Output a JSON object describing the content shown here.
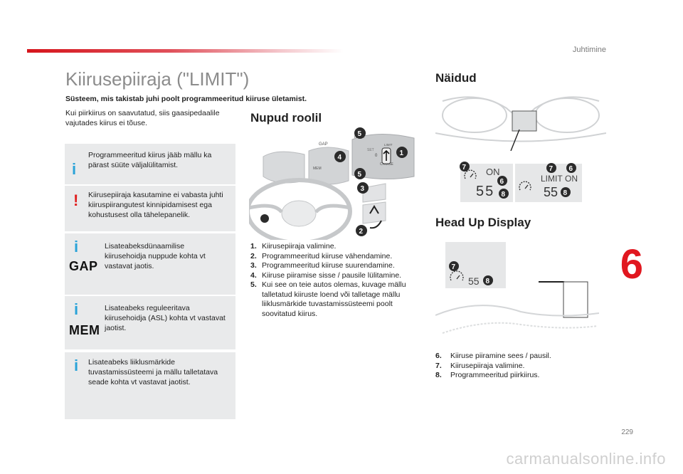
{
  "header": {
    "section": "Juhtimine"
  },
  "title": "Kiirusepiiraja (\"LIMIT\")",
  "subtitle": "Süsteem, mis takistab juhi poolt programmeeritud kiiruse ületamist.",
  "intro": "Kui piirkiirus on saavutatud, siis gaasipedaalile vajutades kiirus ei tõuse.",
  "notes": [
    {
      "icon": "info-icon",
      "symbol": "i",
      "text": "Programmeeritud kiirus jääb mällu ka pärast süüte väljalülitamist."
    },
    {
      "icon": "warning-icon",
      "symbol": "!",
      "text": "Kiirusepiiraja kasutamine ei vabasta juhti kiiruspiirangutest kinnipidamisest ega kohustusest olla tähelepanelik."
    },
    {
      "icon": "info-icon",
      "symbol": "i",
      "label": "GAP",
      "text": "Lisateabeksdünaamilise kiirusehoidja nuppude kohta vt vastavat jaotis."
    },
    {
      "icon": "info-icon",
      "symbol": "i",
      "label": "MEM",
      "text": "Lisateabeks reguleeritava kiirusehoidja (ASL) kohta vt vastavat jaotist."
    },
    {
      "icon": "info-icon",
      "symbol": "i",
      "text": "Lisateabeks liiklusmärkide tuvastamissüsteemi ja mällu talletatava seade kohta vt vastavat jaotist."
    }
  ],
  "controls": {
    "heading": "Nupud roolil",
    "stalk_labels": {
      "mem": "MEM",
      "gap": "GAP",
      "cruise": "CRUISE",
      "limit": "LIMIT",
      "set": "SET",
      "off": "0"
    },
    "items": [
      {
        "num": "1.",
        "text": "Kiirusepiiraja valimine."
      },
      {
        "num": "2.",
        "text": "Programmeeritud kiiruse vähendamine."
      },
      {
        "num": "3.",
        "text": "Programmeeritud kiiruse suurendamine."
      },
      {
        "num": "4.",
        "text": "Kiiruse piiramise sisse / pausile lülitamine."
      },
      {
        "num": "5.",
        "text": "Kui see on teie autos olemas, kuvage mällu talletatud kiiruste loend või talletage mällu liiklusmärkide tuvastamissüsteemi poolt soovitatud kiirus."
      }
    ],
    "badges": [
      "1",
      "2",
      "3",
      "4",
      "5"
    ]
  },
  "displays": {
    "heading": "Näidud",
    "screen1": {
      "status": "ON",
      "speed": "55"
    },
    "screen2": {
      "mode": "LIMIT",
      "status": "ON",
      "speed": "55"
    },
    "badges": [
      "6",
      "7",
      "8"
    ]
  },
  "hud": {
    "heading": "Head Up Display",
    "speed": "55",
    "items": [
      {
        "num": "6.",
        "text": "Kiiruse piiramine sees / pausil."
      },
      {
        "num": "7.",
        "text": "Kiirusepiiraja valimine."
      },
      {
        "num": "8.",
        "text": "Programmeeritud piirkiirus."
      }
    ]
  },
  "chapter": "6",
  "page_number": "229",
  "watermark": "carmanualsonline.info",
  "colors": {
    "accent_red": "#e1171f",
    "info_blue": "#2aa3d8",
    "box_grey": "#e9eaeb",
    "badge_dark": "#2b2b2b"
  }
}
